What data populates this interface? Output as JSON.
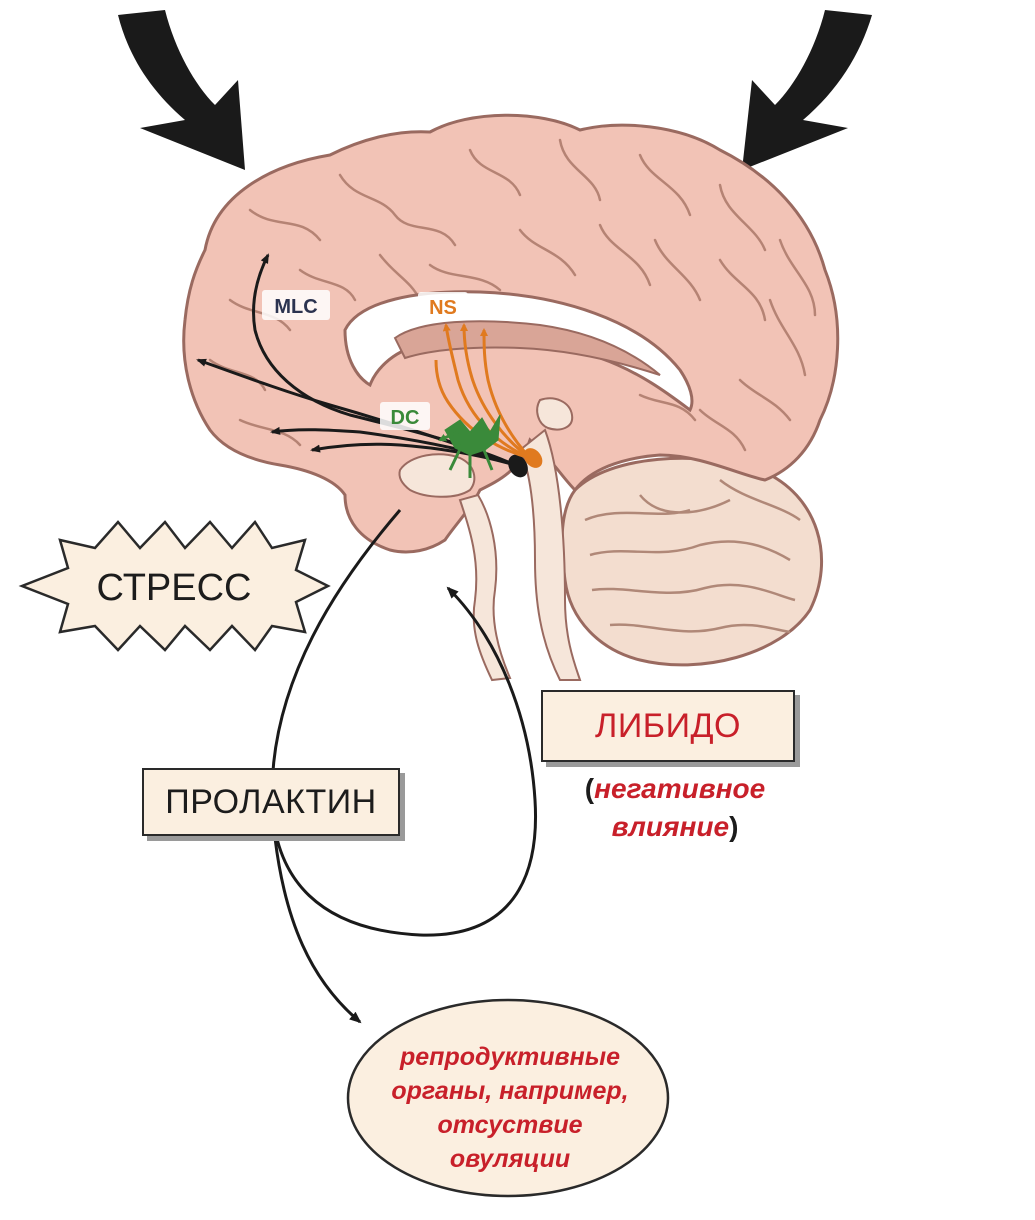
{
  "labels": {
    "mlc": "MLC",
    "ns": "NS",
    "dc": "DC",
    "stress": "СТРЕСС",
    "prolactin": "ПРОЛАКТИН",
    "libido": "ЛИБИДО",
    "libido_note_open": "(",
    "libido_note_line1": "негативное",
    "libido_note_line2": "влияние",
    "libido_note_close": ")",
    "organs": [
      "репродуктивные",
      "органы, например,",
      "отсуствие",
      "овуляции"
    ]
  },
  "colors": {
    "brain_fill": "#f2c3b6",
    "brain_stroke": "#9a6a60",
    "cerebellum_fill": "#f3ddcf",
    "label_box_fill": "#fbefe0",
    "mlc_text": "#2b3350",
    "ns_orange": "#e07a1f",
    "dc_green": "#3a8a3a",
    "red_text": "#c8202a",
    "arrow_black": "#1a1a1a"
  }
}
